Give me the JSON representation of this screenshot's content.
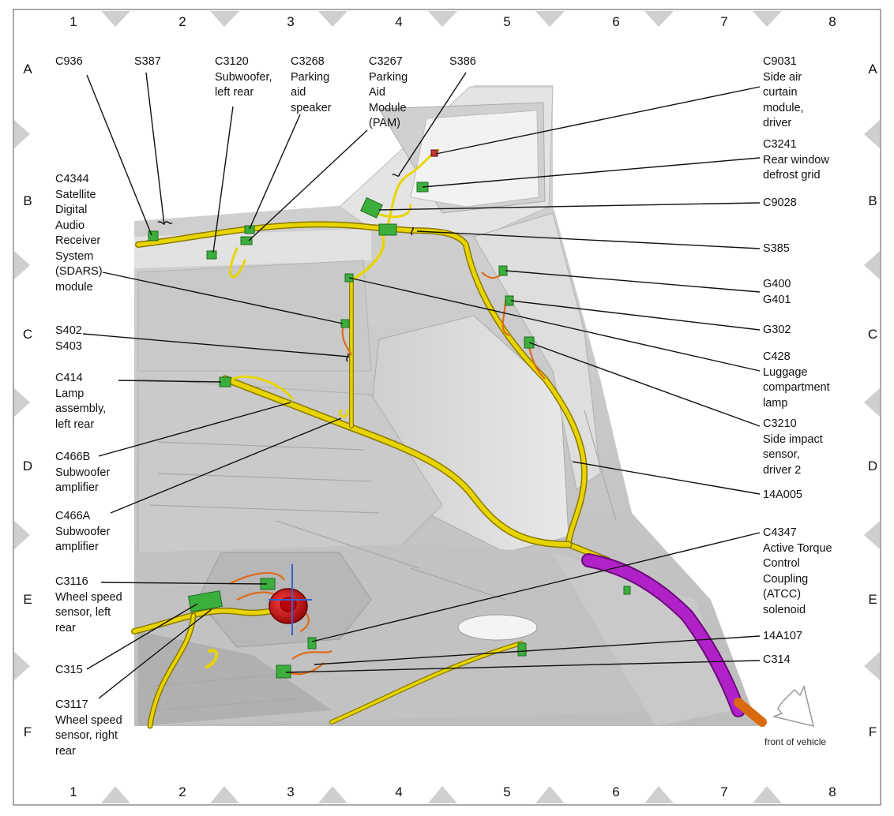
{
  "grid": {
    "columns": [
      "1",
      "2",
      "3",
      "4",
      "5",
      "6",
      "7",
      "8"
    ],
    "rows": [
      "A",
      "B",
      "C",
      "D",
      "E",
      "F"
    ]
  },
  "labels": {
    "c936": "C936",
    "s387": "S387",
    "c3120": "C3120\nSubwoofer,\nleft rear",
    "c3268": "C3268\nParking\naid\nspeaker",
    "c3267": "C3267\nParking\nAid\nModule\n(PAM)",
    "s386": "S386",
    "c9031": "C9031\nSide air\ncurtain\nmodule,\ndriver",
    "c3241": "C3241\nRear window\ndefrost grid",
    "c9028": "C9028",
    "s385": "S385",
    "c4344": "C4344\nSatellite\nDigital\nAudio\nReceiver\nSystem\n(SDARS)\nmodule",
    "g400": "G400\nG401",
    "g302": "G302",
    "s402": "S402\nS403",
    "c428": "C428\nLuggage\ncompartment\nlamp",
    "c414": "C414\nLamp\nassembly,\nleft rear",
    "c3210": "C3210\nSide impact\nsensor,\ndriver 2",
    "c466b": "C466B\nSubwoofer\namplifier",
    "h14a005": "14A005",
    "c466a": "C466A\nSubwoofer\namplifier",
    "c4347": "C4347\nActive Torque\nControl\nCoupling\n(ATCC)\nsolenoid",
    "c3116": "C3116\nWheel speed\nsensor, left\nrear",
    "h14a107": "14A107",
    "c314": "C314",
    "c315": "C315",
    "c3117": "C3117\nWheel speed\nsensor, right\nrear"
  },
  "front_note": "front of vehicle",
  "colors": {
    "harness": "#e8d400",
    "harness_edge": "#8a7a00",
    "connector": "#3cae3c",
    "sub_harness": "#e06a1a",
    "purple_harness": "#b021c8",
    "body_panel": "#d9d9d9",
    "subwoofer": "#c80f0f"
  }
}
